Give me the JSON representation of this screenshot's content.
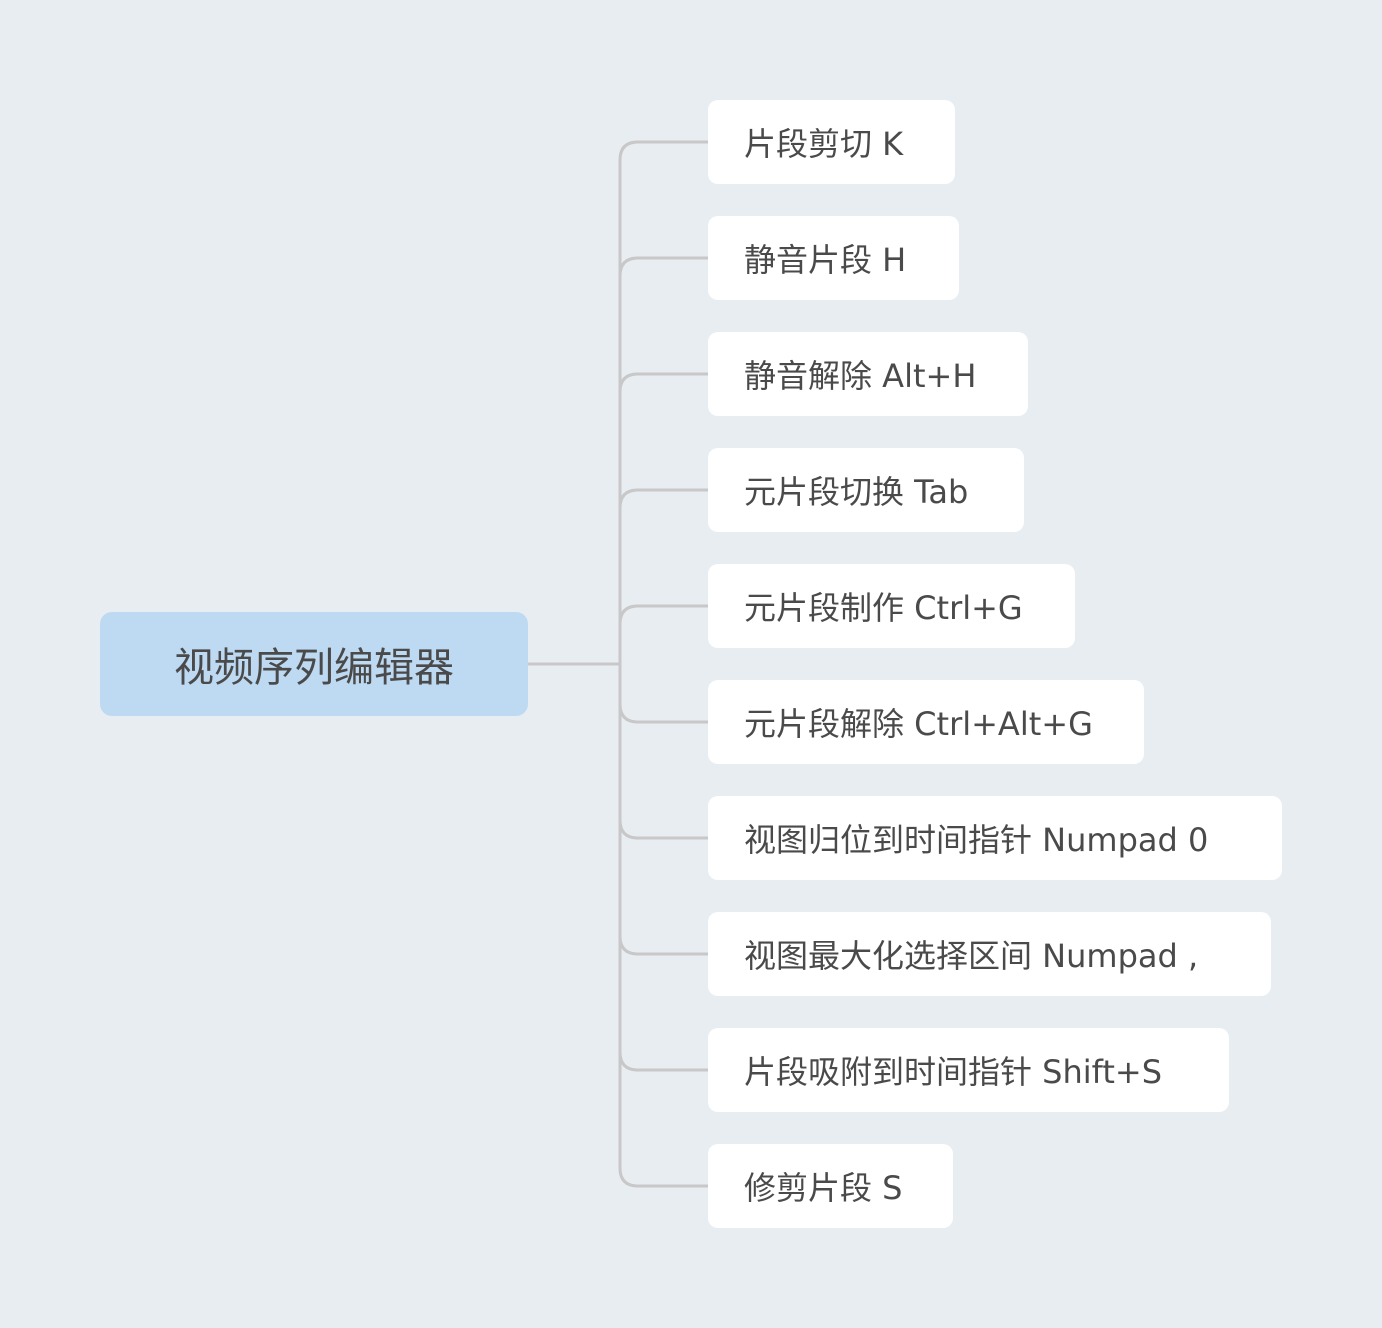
{
  "mindmap": {
    "root": {
      "label": "视频序列编辑器"
    },
    "children": [
      {
        "label": "片段剪切 K"
      },
      {
        "label": "静音片段 H"
      },
      {
        "label": "静音解除 Alt+H"
      },
      {
        "label": "元片段切换 Tab"
      },
      {
        "label": "元片段制作 Ctrl+G"
      },
      {
        "label": "元片段解除 Ctrl+Alt+G"
      },
      {
        "label": "视图归位到时间指针 Numpad 0"
      },
      {
        "label": "视图最大化选择区间 Numpad ,"
      },
      {
        "label": "片段吸附到时间指针 Shift+S"
      },
      {
        "label": "修剪片段 S"
      }
    ]
  },
  "colors": {
    "background": "#e8edf2",
    "root_fill": "#bed9f2",
    "child_fill": "#ffffff",
    "connector": "#c8c8c8",
    "text": "#4a4a4a"
  }
}
